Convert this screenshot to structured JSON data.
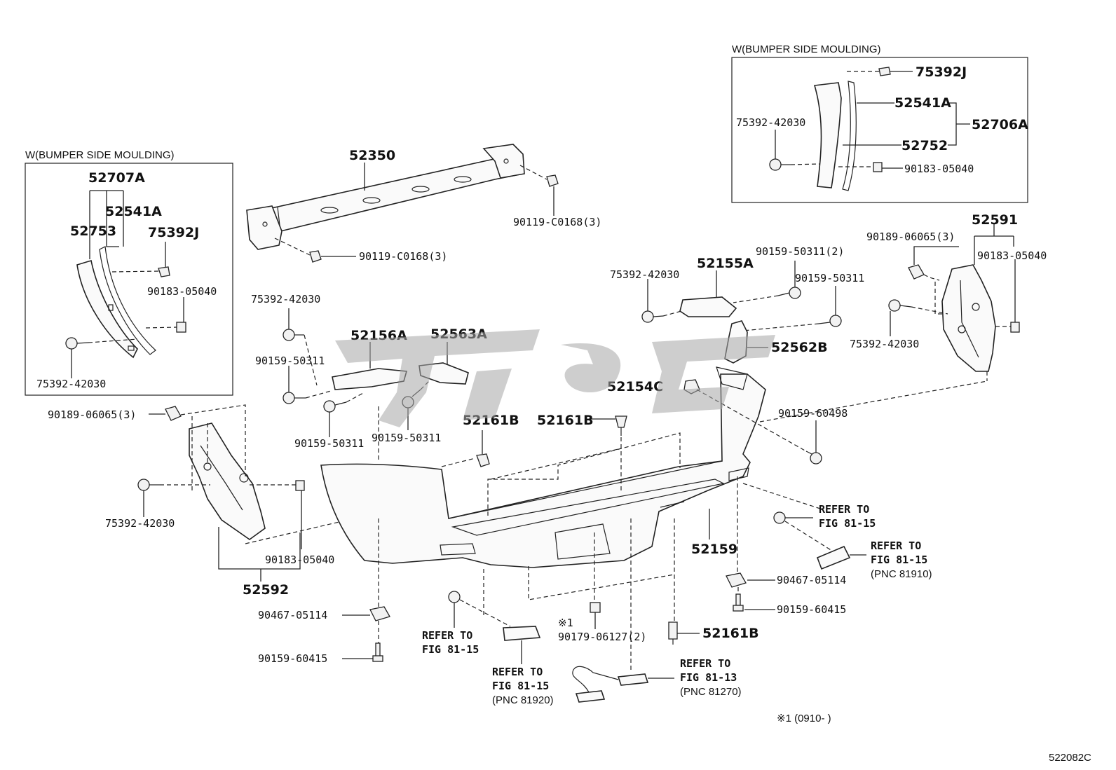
{
  "insets": {
    "left_caption": "W(BUMPER SIDE MOULDING)",
    "right_caption": "W(BUMPER SIDE MOULDING)"
  },
  "labels": {
    "p52707A": "52707A",
    "p52541A_l": "52541A",
    "p52753": "52753",
    "p75392J_l": "75392J",
    "p90183_l_inset": "90183-05040",
    "p75392_l_inset": "75392-42030",
    "p52350": "52350",
    "p90119_top": "90119-C0168(3)",
    "p90119_mid": "90119-C0168(3)",
    "p75392J_r": "75392J",
    "p52541A_r": "52541A",
    "p52706A": "52706A",
    "p52752": "52752",
    "p75392_r_inset": "75392-42030",
    "p90183_r_inset": "90183-05040",
    "p52591": "52591",
    "p90189_r": "90189-06065(3)",
    "p90183_r": "90183-05040",
    "p75392_r_bracket": "75392-42030",
    "p90159_50311_2": "90159-50311(2)",
    "p90159_50311_r": "90159-50311",
    "p52155A": "52155A",
    "p75392_mid_r": "75392-42030",
    "p52562B": "52562B",
    "p52154C": "52154C",
    "p90159_60498": "90159-60498",
    "p75392_mid_l": "75392-42030",
    "p52156A": "52156A",
    "p52563A": "52563A",
    "p90159_50311_a": "90159-50311",
    "p90159_50311_b": "90159-50311",
    "p90159_50311_c": "90159-50311",
    "p90189_l": "90189-06065(3)",
    "p52161B_a": "52161B",
    "p52161B_b": "52161B",
    "p75392_l_bracket": "75392-42030",
    "p90183_l": "90183-05040",
    "p52592": "52592",
    "p52159": "52159",
    "p90467_l": "90467-05114",
    "p90159_60415_l": "90159-60415",
    "p90467_r": "90467-05114",
    "p90159_60415_r": "90159-60415",
    "p52161B_c": "52161B",
    "p90179": "90179-06127(2)",
    "mark1": "※1"
  },
  "refs": {
    "ref_a_1": "REFER TO",
    "ref_a_2": "FIG 81-15",
    "ref_b_1": "REFER TO",
    "ref_b_2": "FIG 81-15",
    "ref_b_3": "(PNC 81910)",
    "ref_c_1": "REFER TO",
    "ref_c_2": "FIG 81-15",
    "ref_d_1": "REFER TO",
    "ref_d_2": "FIG 81-15",
    "ref_d_3": "(PNC 81920)",
    "ref_e_1": "REFER TO",
    "ref_e_2": "FIG 81-13",
    "ref_e_3": "(PNC 81270)"
  },
  "footnote": "※1 (0910-      )",
  "figure_code": "522082C",
  "watermark_color": "#a6a6a6"
}
